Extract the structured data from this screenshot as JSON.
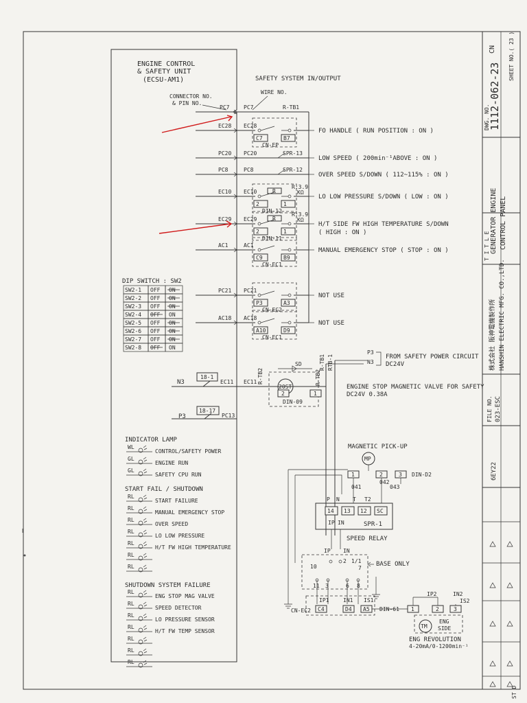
{
  "title_block": {
    "dwg_no_label": "DWG. NO.",
    "dwg_no": "1112-062-23",
    "rev": "CN",
    "sheet": "SHEET NO.( 23 )",
    "title_label": "T I T L E",
    "title_line1": "GENERATOR ENGINE",
    "title_line2": "CONTROL PANEL",
    "company_jp": "株式会社 阪神電機製作所",
    "company_en": "HANSHIN ELECTRIC MFG. CO.,LTD.",
    "file_label": "FILE NO.",
    "file_no": "023-ESC",
    "model": "6EY22",
    "footer": "ST D"
  },
  "unit": {
    "line1": "ENGINE CONTROL",
    "line2": "& SAFETY UNIT",
    "line3": "(ECSU-AM1)"
  },
  "header": {
    "safety_io": "SAFETY SYSTEM IN/OUTPUT",
    "connector_no": "CONNECTOR NO.",
    "pin_no": "& PIN NO.",
    "wire_no": "WIRE NO."
  },
  "signals": [
    {
      "pin": "PC7",
      "wire": "PC7",
      "tag": "R-TB1",
      "desc": ""
    },
    {
      "pin": "EC28",
      "wire": "EC28",
      "tag": "CN-EP",
      "desc": "FO HANDLE ( RUN POSITION : ON )",
      "b1": "C7",
      "b2": "B7"
    },
    {
      "pin": "PC20",
      "wire": "PC20",
      "tag": "SPR-13",
      "desc": "LOW SPEED ( 200min⁻¹ABOVE : ON )"
    },
    {
      "pin": "PC8",
      "wire": "PC8",
      "tag": "SPR-12",
      "desc": "OVER SPEED S/DOWN ( 112~115% : ON )"
    },
    {
      "pin": "EC10",
      "wire": "EC10",
      "tag": "DIN-12",
      "desc": "LO LOW PRESSURE S/DOWN ( LOW : ON )",
      "b1": "2",
      "b2": "1"
    },
    {
      "pin": "EC29",
      "wire": "EC29",
      "tag": "DIN-11",
      "desc": "H/T SIDE FW HIGH TEMPERATURE S/DOWN",
      "desc2": "( HIGH : ON )",
      "b1": "2",
      "b2": "1"
    },
    {
      "pin": "AC1",
      "wire": "AC1",
      "tag": "CN-EC1",
      "desc": "MANUAL EMERGENCY STOP ( STOP : ON )",
      "b1": "C9",
      "b2": "B9"
    },
    {
      "pin": "PC21",
      "wire": "PC21",
      "tag": "CN-EC2",
      "desc": "NOT USE",
      "b1": "P3",
      "b2": "A3"
    },
    {
      "pin": "AC18",
      "wire": "AC18",
      "tag": "CN-EC1",
      "desc": "NOT USE",
      "b1": "A10",
      "b2": "D9"
    }
  ],
  "relay_r": {
    "label": "R",
    "val": "R:3.9",
    "val2": "KΩ"
  },
  "dip": {
    "title": "DIP SWITCH : SW2",
    "rows": [
      {
        "sw": "SW2-1",
        "a": "OFF",
        "b": "ON"
      },
      {
        "sw": "SW2-2",
        "a": "OFF",
        "b": "ON"
      },
      {
        "sw": "SW2-3",
        "a": "OFF",
        "b": "ON"
      },
      {
        "sw": "SW2-4",
        "a": "OFF",
        "b": "ON"
      },
      {
        "sw": "SW2-5",
        "a": "OFF",
        "b": "ON"
      },
      {
        "sw": "SW2-6",
        "a": "OFF",
        "b": "ON"
      },
      {
        "sw": "SW2-7",
        "a": "OFF",
        "b": "ON"
      },
      {
        "sw": "SW2-8",
        "a": "OFF",
        "b": "ON"
      }
    ]
  },
  "power": {
    "p3": "P3",
    "n3": "N3",
    "from": "FROM SAFETY POWER CIRCUIT",
    "dc": "DC24V",
    "rtb": "RTB-1",
    "rtb2": "R-TB1",
    "rtb3": "R-TB2",
    "rtb4": "R-TB2"
  },
  "stopvalve": {
    "n3": "N3",
    "p3": "P3",
    "t1": "18-1",
    "t2": "18-17",
    "ec11a": "EC11",
    "ec11b": "EC11",
    "pc13": "PC13",
    "sd": "SD",
    "sol": "20ST",
    "din": "DIN-09",
    "b1": "2",
    "b2": "1",
    "desc": "ENGINE STOP MAGNETIC VALVE FOR SAFETY",
    "desc2": "DC24V 0.38A"
  },
  "indicator": {
    "title": "INDICATOR LAMP",
    "lamps": [
      {
        "code": "WL",
        "label": "CONTROL/SAFETY POWER"
      },
      {
        "code": "GL",
        "label": "ENGINE RUN"
      },
      {
        "code": "GL",
        "label": "SAFETY CPU RUN"
      }
    ]
  },
  "startfail": {
    "title": "START FAIL / SHUTDOWN",
    "lamps": [
      {
        "code": "RL",
        "label": "START FAILURE"
      },
      {
        "code": "RL",
        "label": "MANUAL EMERGENCY STOP"
      },
      {
        "code": "RL",
        "label": "OVER SPEED"
      },
      {
        "code": "RL",
        "label": "LO LOW PRESSURE"
      },
      {
        "code": "RL",
        "label": "H/T FW HIGH TEMPERATURE"
      },
      {
        "code": "RL",
        "label": ""
      },
      {
        "code": "RL",
        "label": ""
      }
    ]
  },
  "shutdownfail": {
    "title": "SHUTDOWN SYSTEM FAILURE",
    "lamps": [
      {
        "code": "RL",
        "label": "ENG STOP MAG VALVE"
      },
      {
        "code": "RL",
        "label": "SPEED DETECTOR"
      },
      {
        "code": "RL",
        "label": "LO PRESSURE SENSOR"
      },
      {
        "code": "RL",
        "label": "H/T FW TEMP SENSOR"
      },
      {
        "code": "RL",
        "label": ""
      },
      {
        "code": "RL",
        "label": ""
      },
      {
        "code": "RL",
        "label": ""
      }
    ]
  },
  "pickup": {
    "title": "MAGNETIC PICK-UP",
    "mp": "MP",
    "din": "DIN-D2",
    "t1": "1",
    "t2": "2",
    "t3": "3",
    "w1": "041",
    "w2": "042",
    "w3": "043"
  },
  "spr": {
    "p": "P",
    "n": "N",
    "t": "T",
    "t2": "T2",
    "terms": [
      "14",
      "13",
      "12",
      "SC"
    ],
    "name": "SPR-1",
    "ip": "IP",
    "in": "IN",
    "label": "SPEED RELAY"
  },
  "lower": {
    "ip": "IP",
    "in": "IN",
    "n10": "10",
    "n2": "2",
    "n7": "1/1",
    "n7b": "7",
    "n11": "11",
    "n3": "3",
    "n6": "6",
    "n8": "8",
    "base": "BASE ONLY",
    "ip1": "IP1",
    "in1": "IN1",
    "is1": "IS1",
    "cn": "CN-EC2",
    "c4": "C4",
    "d4": "D4",
    "a5": "A5",
    "din": "DIN-61",
    "ip2": "IP2",
    "in2": "IN2",
    "is2": "IS2",
    "d1": "1",
    "d2": "2",
    "d3": "3",
    "tm": "TM",
    "eng": "ENG",
    "side": "SIDE",
    "rev": "ENG REVOLUTION",
    "rev2": "4-20mA/0-1200min⁻¹"
  },
  "colors": {
    "paper": "#f4f3ef",
    "ink": "#2a2a2a",
    "arrow": "#d01818"
  }
}
